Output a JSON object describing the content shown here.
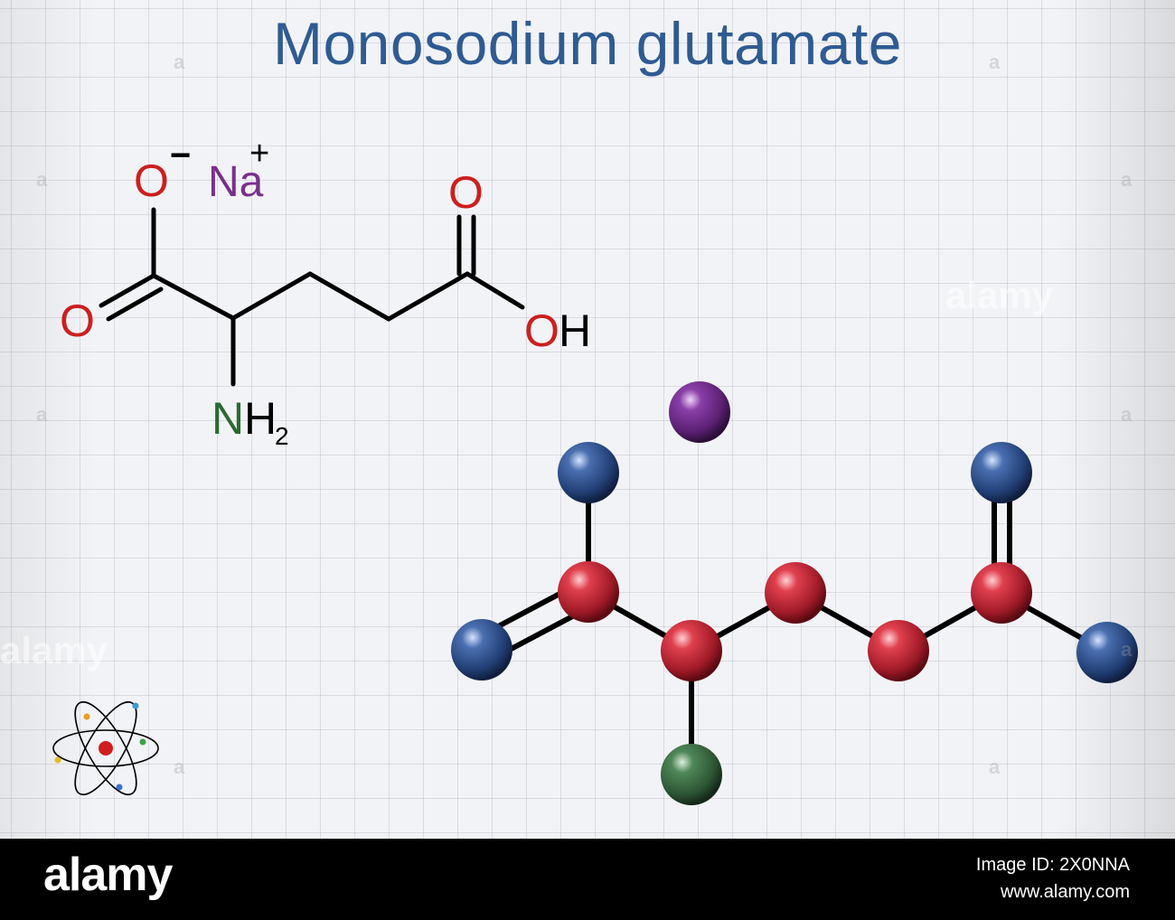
{
  "title": "Monosodium glutamate",
  "structural_formula": {
    "labels": {
      "o_minus": "O",
      "minus_sign": "−",
      "sodium": "Na",
      "plus_sign": "+",
      "o_double_left": "O",
      "o_double_right": "O",
      "o_hydroxyl": "O",
      "h_hydroxyl": "H",
      "n_amino": "N",
      "h_amino": "H",
      "h_subscript": "2"
    }
  },
  "watermarks": {
    "side_left": "alamy",
    "side_right": "alamy",
    "small_mark": "a"
  },
  "footer": {
    "logo": "alamy",
    "image_id": "Image ID: 2X0NNA",
    "url": "www.alamy.com"
  },
  "colors": {
    "title": "#2f5b93",
    "oxygen_label": "#cc1f1f",
    "sodium_label": "#7a2f8c",
    "nitrogen_label": "#2a6b32",
    "bond": "#000000",
    "atom_red": "#c4283a",
    "atom_blue": "#2d4f8a",
    "atom_green": "#3d6b44",
    "atom_purple": "#6b2a85"
  },
  "icons": [
    "atom-logo-icon"
  ]
}
